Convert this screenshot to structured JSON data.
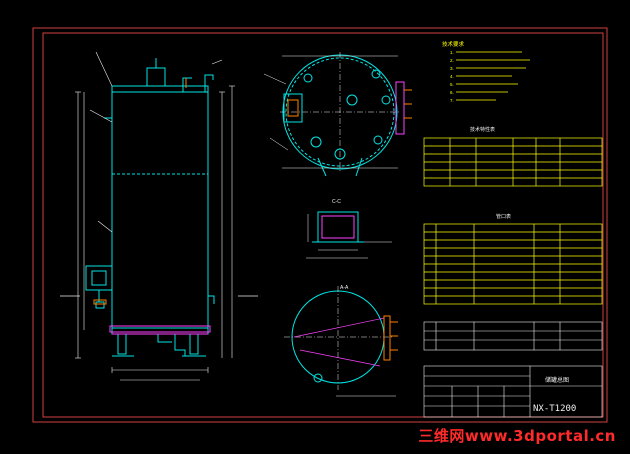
{
  "drawing": {
    "background": "#000000",
    "colors": {
      "frame": "#d04040",
      "outline": "#00e5e5",
      "dimension": "#f0f0f0",
      "note": "#ffff00",
      "table": "#ffff00",
      "accent": "#ff40ff",
      "pipe": "#ff8000"
    },
    "views": {
      "section_aa_label": "A-A",
      "section_cc_label": "C-C"
    },
    "notes": {
      "title": "技术要求",
      "lines": [
        "1.",
        "2.",
        "3.",
        "4.",
        "5.",
        "6.",
        "7."
      ]
    },
    "tables": {
      "design_params_title": "技术特性表",
      "nozzle_table_title": "管口表"
    },
    "title_block": {
      "drawing_no": "NX-T1200",
      "name": "储罐总图"
    },
    "watermark": {
      "brand": "三维网",
      "url": "www.3dportal.cn"
    }
  }
}
